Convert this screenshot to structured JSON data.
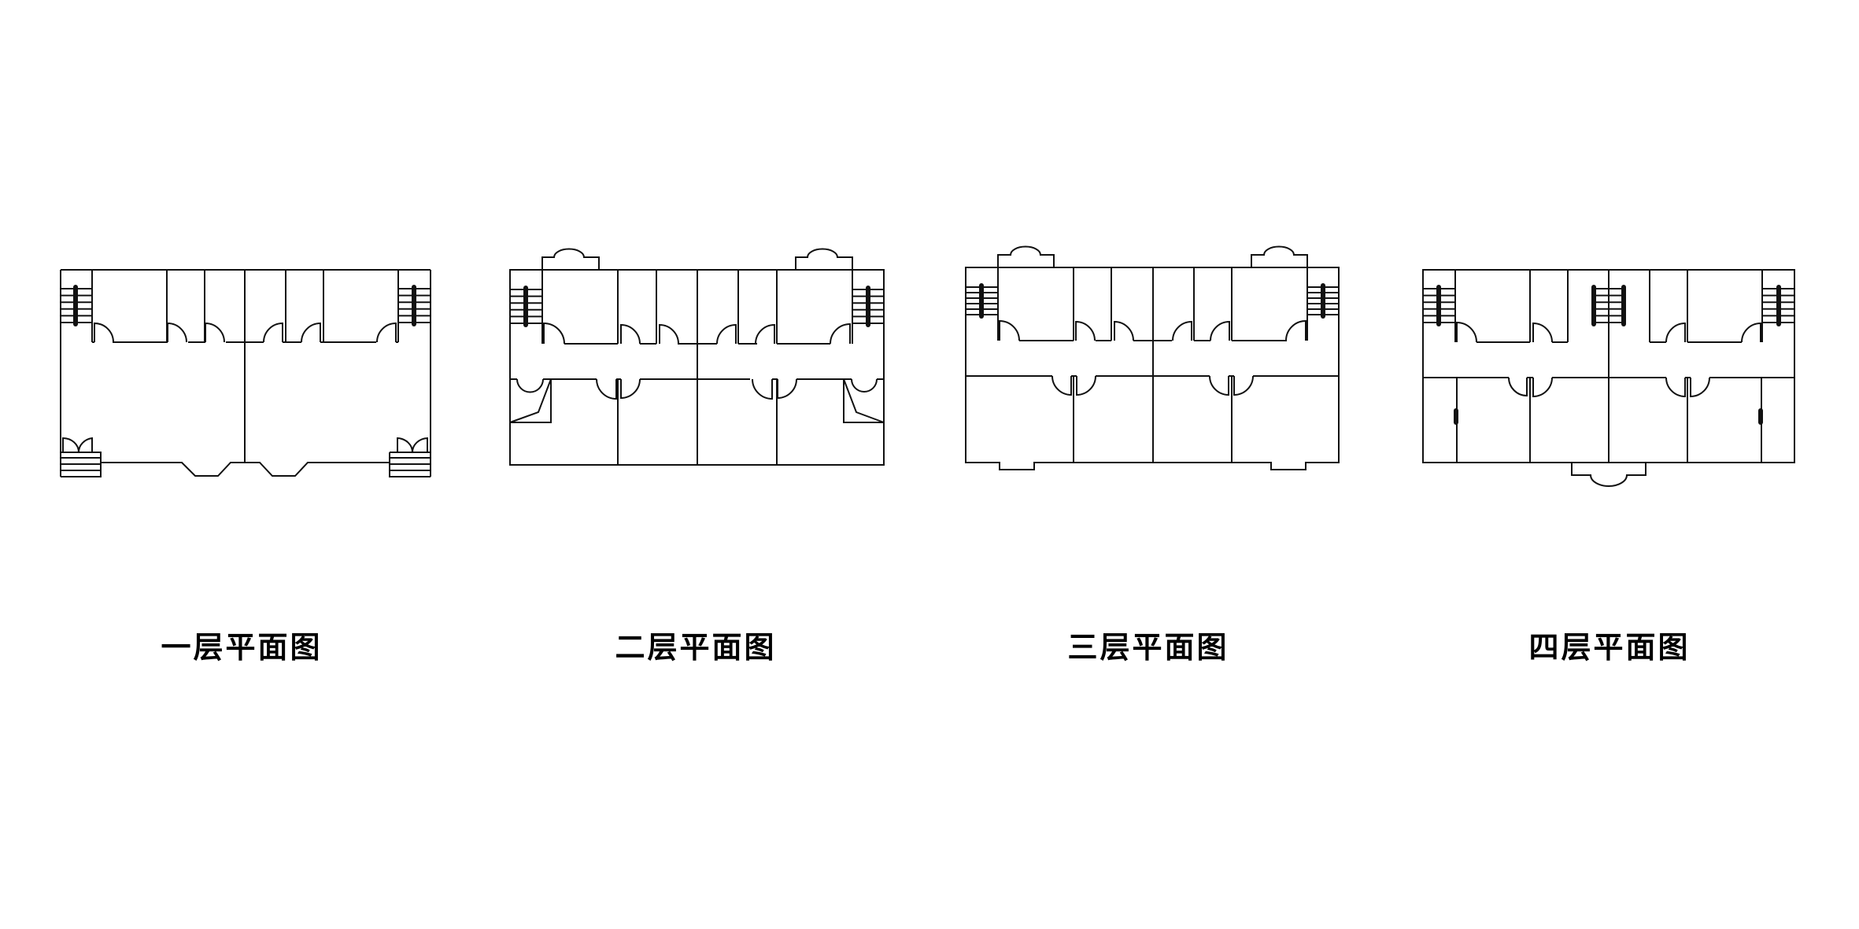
{
  "plans": [
    {
      "label": "一层平面图"
    },
    {
      "label": "二层平面图"
    },
    {
      "label": "三层平面图"
    },
    {
      "label": "四层平面图"
    }
  ]
}
